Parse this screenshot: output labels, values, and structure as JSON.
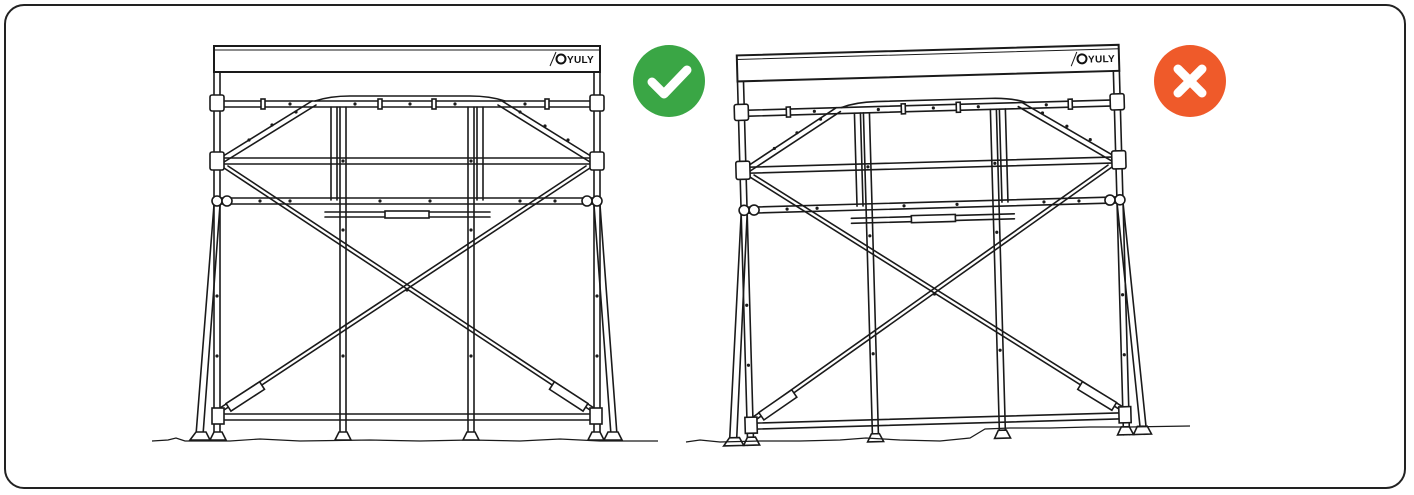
{
  "panels": [
    {
      "id": "correct",
      "status": "correct",
      "logo_text": "YULY",
      "badge_icon": "check-icon",
      "badge_color": "#3aa645"
    },
    {
      "id": "incorrect",
      "status": "incorrect",
      "logo_text": "YULY",
      "badge_icon": "cross-icon",
      "badge_color": "#ef5a2a"
    }
  ],
  "colors": {
    "line": "#1a1a1a",
    "frame": "#222222",
    "background": "#ffffff"
  }
}
